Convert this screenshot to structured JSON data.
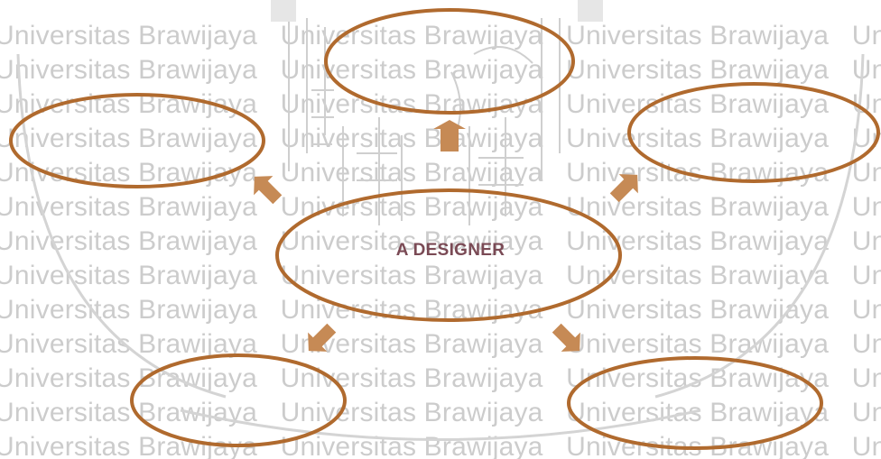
{
  "watermark": {
    "text": "Universitas Brawijaya",
    "color": "#cccccc"
  },
  "diagram": {
    "center_label": "A DESIGNER",
    "node_stroke_color": "#b06a2e",
    "arrow_color": "#c68a55",
    "label_color": "#7a4a55",
    "satellite_nodes": [
      {
        "position": "top",
        "label": ""
      },
      {
        "position": "upper-left",
        "label": ""
      },
      {
        "position": "upper-right",
        "label": ""
      },
      {
        "position": "lower-left",
        "label": ""
      },
      {
        "position": "lower-right",
        "label": ""
      }
    ]
  }
}
